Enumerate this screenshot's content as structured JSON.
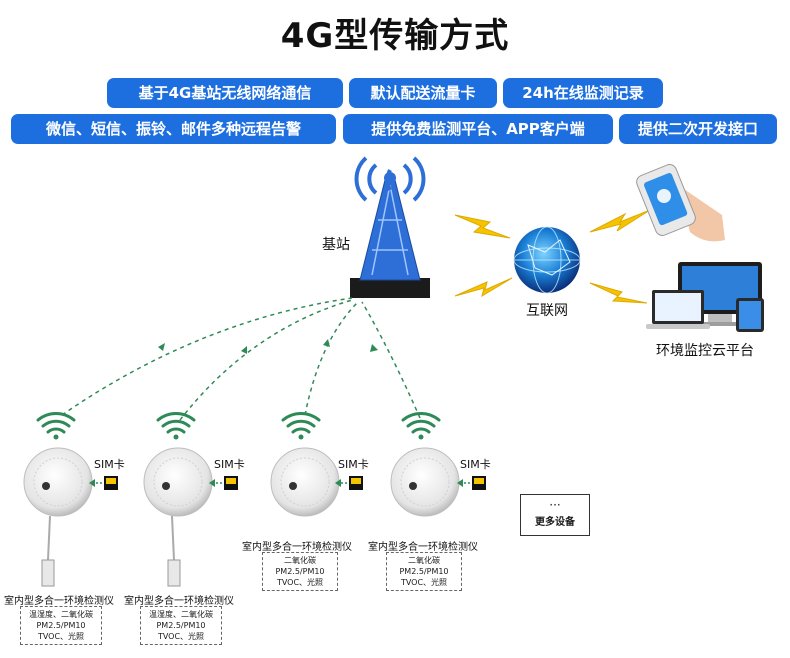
{
  "title": "4G型传输方式",
  "features": [
    "基于4G基站无线网络通信",
    "默认配送流量卡",
    "24h在线监测记录",
    "微信、短信、振铃、邮件多种远程告警",
    "提供免费监测平台、APP客户端",
    "提供二次开发接口"
  ],
  "nodes": {
    "base_station": "基站",
    "internet": "互联网",
    "platform": "环境监控云平台"
  },
  "devices": [
    {
      "name": "室内型多合一环境检测仪",
      "sim": "SIM卡",
      "specs": [
        "温湿度、二氧化碳",
        "PM2.5/PM10",
        "TVOC、光照"
      ]
    },
    {
      "name": "室内型多合一环境检测仪",
      "sim": "SIM卡",
      "specs": [
        "温湿度、二氧化碳",
        "PM2.5/PM10",
        "TVOC、光照"
      ]
    },
    {
      "name": "室内型多合一环境检测仪",
      "sim": "SIM卡",
      "specs": [
        "二氧化碳",
        "PM2.5/PM10",
        "TVOC、光照"
      ]
    },
    {
      "name": "室内型多合一环境检测仪",
      "sim": "SIM卡",
      "specs": [
        "二氧化碳",
        "PM2.5/PM10",
        "TVOC、光照"
      ]
    }
  ],
  "more": {
    "dots": "···",
    "label": "更多设备"
  },
  "colors": {
    "accent": "#1d6fe0",
    "link": "#2e8b57",
    "bolt": "#f5c400"
  }
}
